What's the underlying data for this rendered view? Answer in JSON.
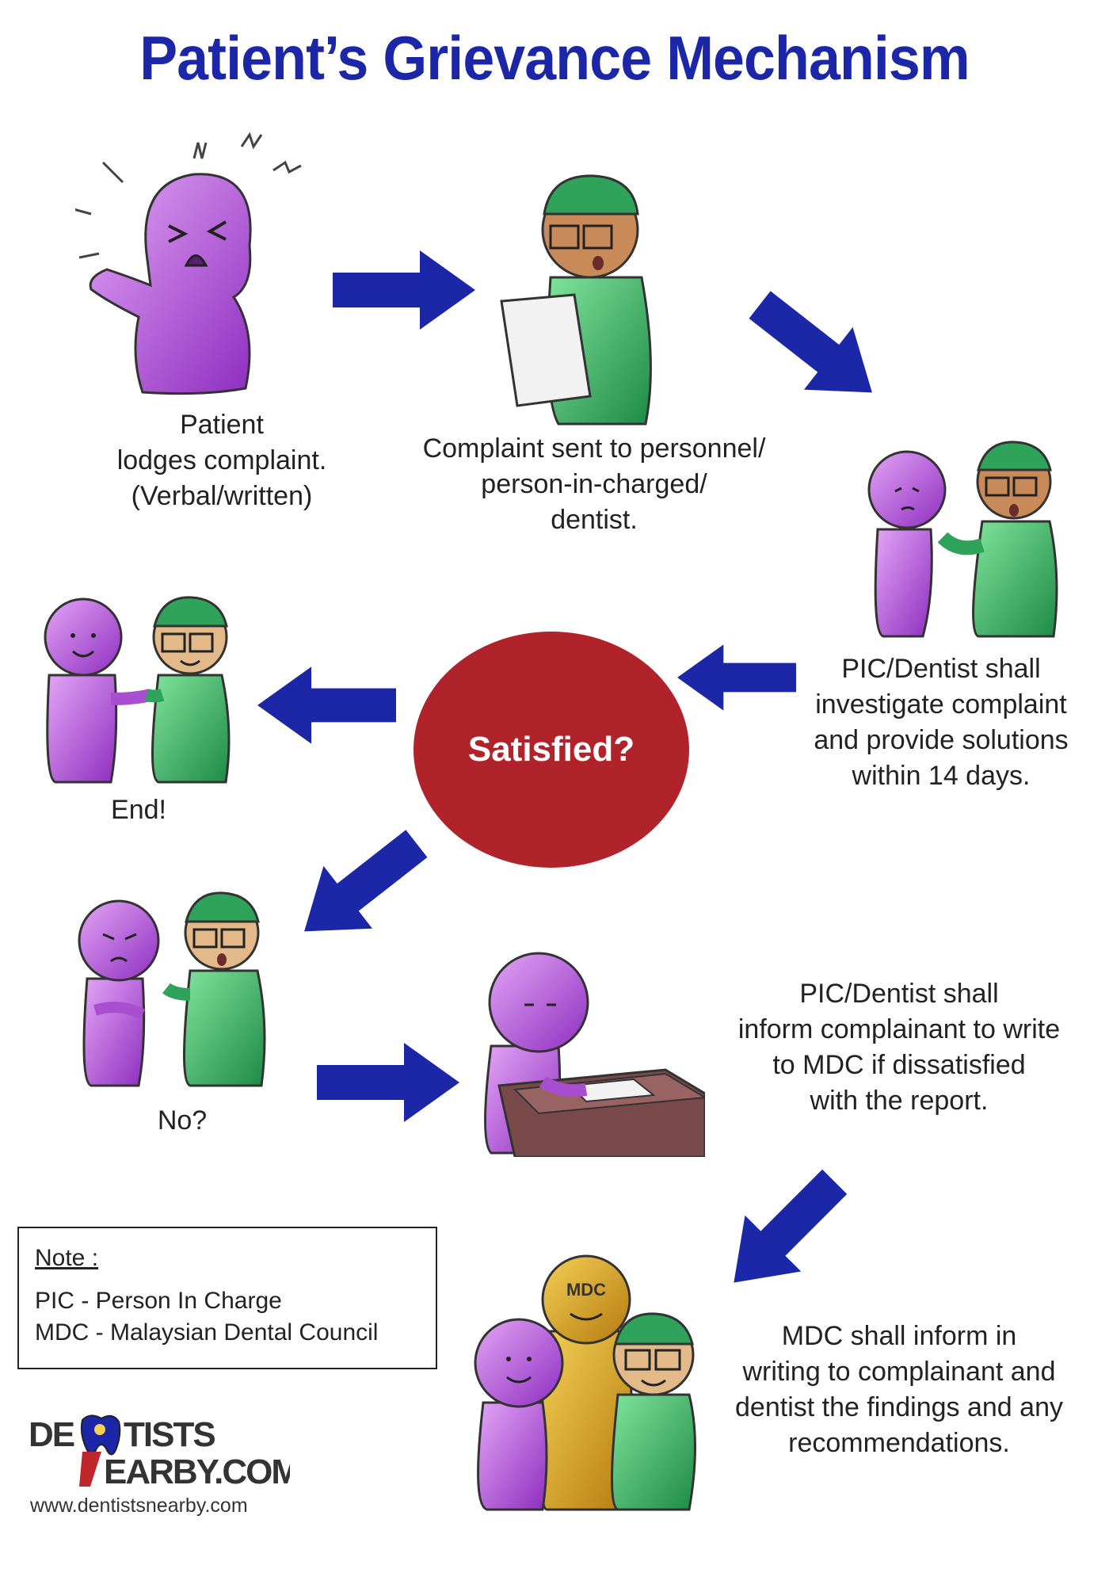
{
  "title": "Patient’s Grievance Mechanism",
  "steps": {
    "lodge": [
      "Patient",
      "lodges complaint.",
      "(Verbal/written)"
    ],
    "sent": [
      "Complaint sent to personnel/",
      "person-in-charged/",
      "dentist."
    ],
    "investigate": [
      "PIC/Dentist shall",
      "investigate complaint",
      "and provide solutions",
      "within 14 days."
    ],
    "decision": "Satisfied?",
    "end": "End!",
    "no": "No?",
    "inform": [
      "PIC/Dentist shall",
      "inform complainant to write",
      "to MDC if dissatisfied",
      "with the report."
    ],
    "mdc": [
      "MDC shall inform in",
      "writing to complainant and",
      "dentist the findings and any",
      "recommendations."
    ]
  },
  "note": {
    "heading": "Note :",
    "lines": [
      "PIC - Person In Charge",
      "MDC - Malaysian Dental Council"
    ]
  },
  "logo": {
    "line1": "DENTISTS",
    "line2": "NEARBY.COM",
    "url": "www.dentistsnearby.com"
  },
  "badge_text": "MDC",
  "colors": {
    "title": "#1c27a8",
    "arrow": "#1c27a8",
    "decision": "#b0232a",
    "patient": "#b25cd8",
    "dentist": "#2fa35a",
    "mdc": "#d9a21a"
  }
}
